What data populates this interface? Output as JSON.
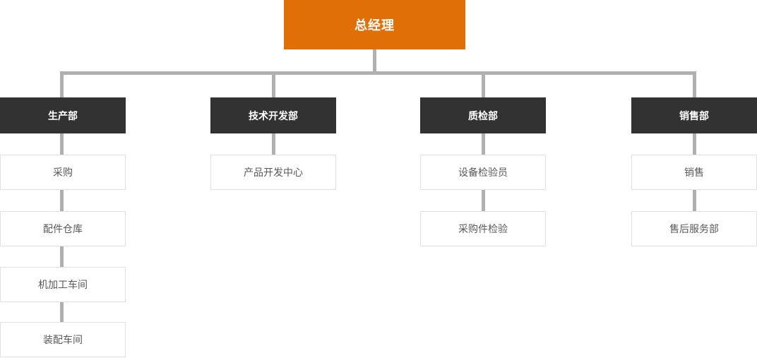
{
  "chart": {
    "type": "org-chart",
    "root": {
      "label": "总经理"
    },
    "departments": [
      {
        "label": "生产部",
        "children": [
          {
            "label": "采购"
          },
          {
            "label": "配件仓库"
          },
          {
            "label": "机加工车间"
          },
          {
            "label": "装配车间"
          }
        ]
      },
      {
        "label": "技术开发部",
        "children": [
          {
            "label": "产品开发中心"
          }
        ]
      },
      {
        "label": "质检部",
        "children": [
          {
            "label": "设备检验员"
          },
          {
            "label": "采购件检验"
          }
        ]
      },
      {
        "label": "销售部",
        "children": [
          {
            "label": "销售"
          },
          {
            "label": "售后服务部"
          }
        ]
      }
    ],
    "colors": {
      "root_bg": "#E06F08",
      "root_text": "#FFFFFF",
      "dept_bg": "#323232",
      "dept_text": "#FFFFFF",
      "sub_bg": "#FFFFFF",
      "sub_border": "#E0E0E0",
      "sub_text": "#595959",
      "connector": "#B0B0B0"
    }
  }
}
